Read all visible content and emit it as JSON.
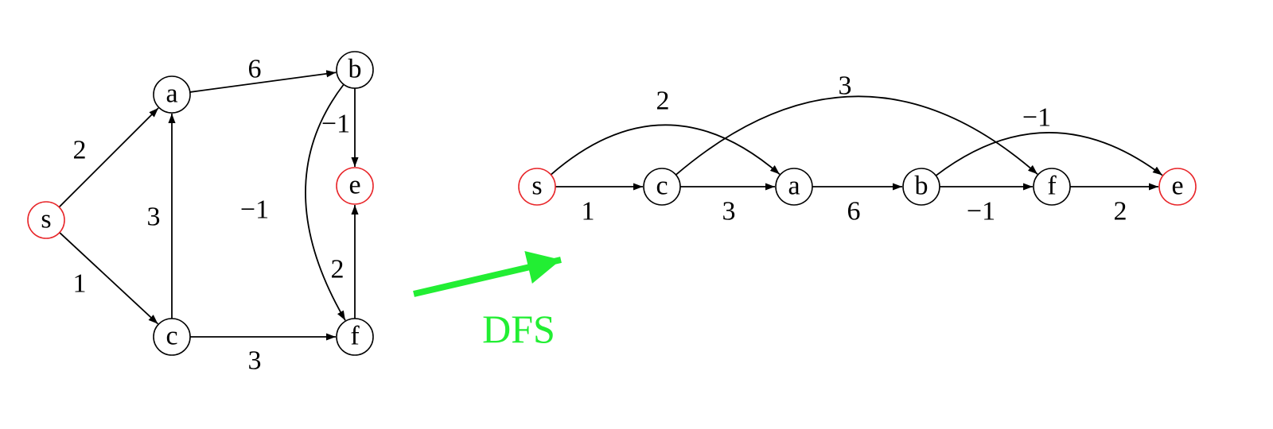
{
  "colors": {
    "highlight": "#e8262a",
    "arrow": "#22ee33",
    "ink": "#000000"
  },
  "left_graph": {
    "nodes": [
      {
        "id": "s",
        "label": "s",
        "highlight": true
      },
      {
        "id": "a",
        "label": "a",
        "highlight": false
      },
      {
        "id": "b",
        "label": "b",
        "highlight": false
      },
      {
        "id": "c",
        "label": "c",
        "highlight": false
      },
      {
        "id": "e",
        "label": "e",
        "highlight": true
      },
      {
        "id": "f",
        "label": "f",
        "highlight": false
      }
    ],
    "edges": [
      {
        "from": "s",
        "to": "a",
        "weight": "2"
      },
      {
        "from": "s",
        "to": "c",
        "weight": "1"
      },
      {
        "from": "c",
        "to": "a",
        "weight": "3"
      },
      {
        "from": "a",
        "to": "b",
        "weight": "6"
      },
      {
        "from": "b",
        "to": "e",
        "weight": "−1"
      },
      {
        "from": "b",
        "to": "f",
        "weight": "−1"
      },
      {
        "from": "c",
        "to": "f",
        "weight": "3"
      },
      {
        "from": "f",
        "to": "e",
        "weight": "2"
      }
    ]
  },
  "transform": {
    "label": "DFS"
  },
  "right_graph": {
    "nodes": [
      {
        "id": "s",
        "label": "s",
        "highlight": true
      },
      {
        "id": "c",
        "label": "c",
        "highlight": false
      },
      {
        "id": "a",
        "label": "a",
        "highlight": false
      },
      {
        "id": "b",
        "label": "b",
        "highlight": false
      },
      {
        "id": "f",
        "label": "f",
        "highlight": false
      },
      {
        "id": "e",
        "label": "e",
        "highlight": true
      }
    ],
    "edges": [
      {
        "from": "s",
        "to": "c",
        "weight": "1"
      },
      {
        "from": "c",
        "to": "a",
        "weight": "3"
      },
      {
        "from": "a",
        "to": "b",
        "weight": "6"
      },
      {
        "from": "b",
        "to": "f",
        "weight": "−1"
      },
      {
        "from": "f",
        "to": "e",
        "weight": "2"
      },
      {
        "from": "s",
        "to": "a",
        "weight": "2"
      },
      {
        "from": "c",
        "to": "f",
        "weight": "3"
      },
      {
        "from": "b",
        "to": "e",
        "weight": "−1"
      }
    ]
  }
}
